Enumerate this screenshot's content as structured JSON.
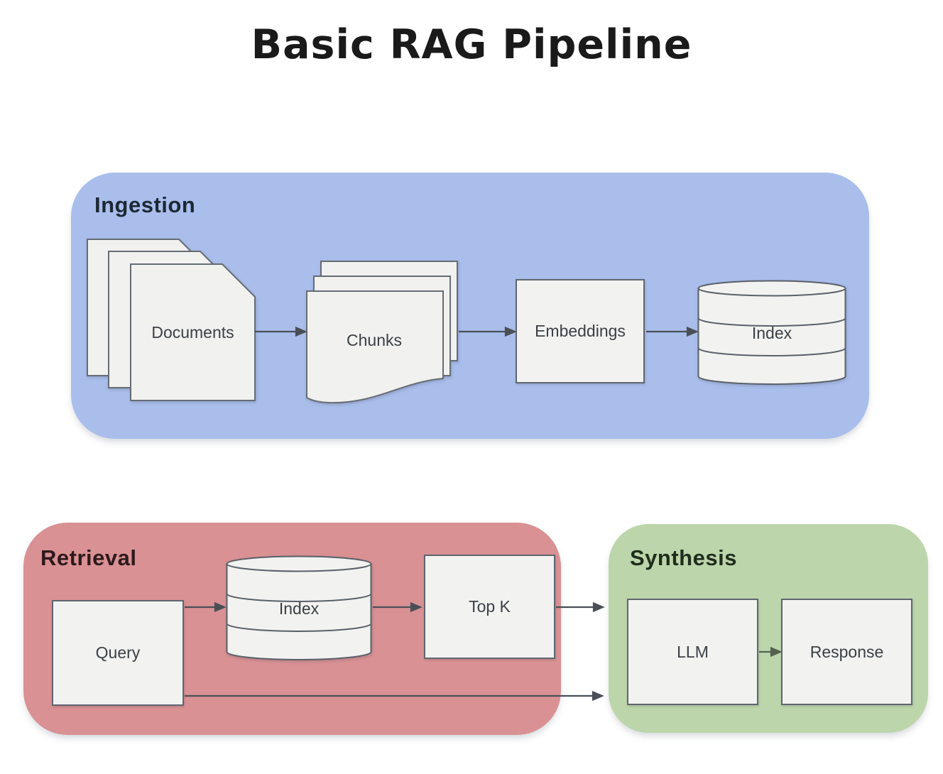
{
  "title": "Basic RAG Pipeline",
  "sections": {
    "ingestion": {
      "label": "Ingestion",
      "bg_color": "#a9beeb",
      "label_color": "#1d2836",
      "nodes": {
        "documents": {
          "label": "Documents",
          "shape": "document-stack"
        },
        "chunks": {
          "label": "Chunks",
          "shape": "paper-stack-wavy"
        },
        "embeddings": {
          "label": "Embeddings",
          "shape": "rectangle"
        },
        "index": {
          "label": "Index",
          "shape": "database-cylinder"
        }
      }
    },
    "retrieval": {
      "label": "Retrieval",
      "bg_color": "#d99193",
      "label_color": "#2d191d",
      "nodes": {
        "query": {
          "label": "Query",
          "shape": "rectangle"
        },
        "index": {
          "label": "Index",
          "shape": "database-cylinder"
        },
        "top_k": {
          "label": "Top K",
          "shape": "rectangle"
        }
      }
    },
    "synthesis": {
      "label": "Synthesis",
      "bg_color": "#bdd5ab",
      "label_color": "#1f2d1b",
      "nodes": {
        "llm": {
          "label": "LLM",
          "shape": "rectangle"
        },
        "response": {
          "label": "Response",
          "shape": "rectangle"
        }
      }
    }
  },
  "edges": [
    {
      "from": "Documents",
      "to": "Chunks"
    },
    {
      "from": "Chunks",
      "to": "Embeddings"
    },
    {
      "from": "Embeddings",
      "to": "Index (Ingestion)"
    },
    {
      "from": "Query",
      "to": "Index (Retrieval)"
    },
    {
      "from": "Index (Retrieval)",
      "to": "Top K"
    },
    {
      "from": "Top K",
      "to": "LLM"
    },
    {
      "from": "Query",
      "to": "LLM"
    },
    {
      "from": "LLM",
      "to": "Response"
    }
  ],
  "palette": {
    "ingestion_bg": "#a9beeb",
    "retrieval_bg": "#d99193",
    "synthesis_bg": "#bdd5ab",
    "node_fill": "#f2f2f0",
    "node_border": "#5f6670",
    "node_text": "#3b4046",
    "arrow": "#4a4f57",
    "synthesis_arrow": "#53624f",
    "title_color": "#1a1a1a"
  }
}
